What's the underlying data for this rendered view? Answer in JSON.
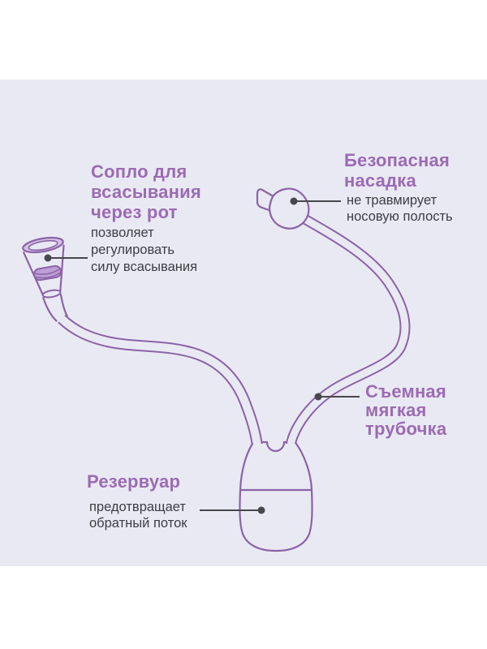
{
  "colors": {
    "page_bg": "#ffffff",
    "panel_bg": "#e9e9f3",
    "heading_purple": "#9b6bb3",
    "body_text": "#3d3d44",
    "outline_purple": "#8b63a6",
    "leader_gray": "#47474d",
    "rim_fill": "#d5c2e7",
    "band_fill": "#bd9ed5"
  },
  "labels": {
    "mouthpiece": {
      "title_lines": [
        "Сопло для",
        "всасывания",
        "через рот"
      ],
      "desc_lines": [
        "позволяет",
        "регулировать",
        "силу всасывания"
      ]
    },
    "nozzle": {
      "title_lines": [
        "Безопасная",
        "насадка"
      ],
      "desc_lines": [
        "не травмирует",
        "носовую полость"
      ]
    },
    "tube": {
      "title_lines": [
        "Съемная",
        "мягкая",
        "трубочка"
      ]
    },
    "reservoir": {
      "title_lines": [
        "Резервуар"
      ],
      "desc_lines": [
        "предотвращает",
        "обратный поток"
      ]
    }
  }
}
